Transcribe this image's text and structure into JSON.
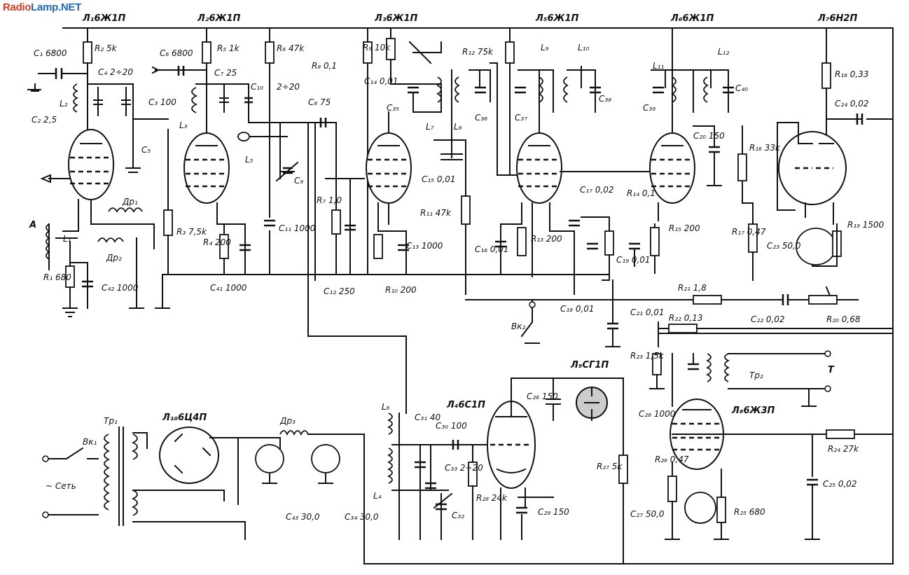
{
  "watermark": {
    "part1": "Radio",
    "part2": "Lamp.NET"
  },
  "tubes": [
    {
      "id": "L1",
      "label": "Л₁6Ж1П"
    },
    {
      "id": "L2",
      "label": "Л₂6Ж1П"
    },
    {
      "id": "L3",
      "label": "Л₃6Ж1П"
    },
    {
      "id": "L5",
      "label": "Л₅6Ж1П"
    },
    {
      "id": "L6",
      "label": "Л₆6Ж1П"
    },
    {
      "id": "L7",
      "label": "Л₇6Н2П"
    },
    {
      "id": "L4",
      "label": "Л₄6С1П"
    },
    {
      "id": "L9",
      "label": "Л₉СГ1П"
    },
    {
      "id": "L8",
      "label": "Л₈6Ж3П"
    },
    {
      "id": "L10",
      "label": "Л₁₀6Ц4П"
    }
  ],
  "labels": {
    "C1": "C₁ 6800",
    "R2": "R₂ 5k",
    "C4": "C₄ 2÷20",
    "C3": "C₃ 100",
    "L2": "L₂",
    "C2": "C₂ 2,5",
    "C5": "C₅",
    "A": "A",
    "L1": "L₁",
    "Dr1": "Др₁",
    "Dr2": "Др₂",
    "R1": "R₁ 680",
    "C42": "C₄₂ 1000",
    "C6": "C₆ 6800",
    "R5": "R₅ 1k",
    "C7": "C₇ 25",
    "C10": "C₁₀",
    "L3": "L₃",
    "R3": "R₃ 7,5k",
    "R4": "R₄ 200",
    "C41": "C₄₁ 1000",
    "R6": "R₆ 47k",
    "Cvar": "2÷20",
    "R8": "R₈ 0,1",
    "L5": "L₅",
    "C8": "C₈ 75",
    "Cv": "C₉",
    "C11": "C₁₁ 1000",
    "R7": "R₇ 1,0",
    "C12": "C₁₂ 250",
    "R9": "R₉ 10k",
    "C14": "C₁₄ 0,01",
    "R12": "R₁₂ 75k",
    "C35": "C₃₅",
    "L7": "L₇",
    "L8": "L₈",
    "C36": "C₃₆",
    "C15": "C₁₅ 0,01",
    "R11": "R₁₁ 47k",
    "C13": "C₁₃ 1000",
    "R10": "R₁₀ 200",
    "L9": "L₉",
    "L10": "L₁₀",
    "C37": "C₃₇",
    "C38": "C₃₈",
    "C17": "C₁₇ 0,02",
    "R14": "R₁₄ 0,1",
    "C16": "C₁₆ 0,01",
    "R13": "R₁₃ 200",
    "C18": "C₁₈ 0,01",
    "C19": "C₁₉ 0,01",
    "C21": "C₂₁ 0,01",
    "L11": "L₁₁",
    "L12": "L₁₂",
    "C39": "C₃₉",
    "C40": "C₄₀",
    "C20": "C₂₀ 150",
    "R15": "R₁₅ 200",
    "R16": "R₁₆ 33k",
    "R17": "R₁₇ 0,47",
    "C23": "C₂₃ 50,0",
    "R18": "R₁₈ 0,33",
    "C24": "C₂₄ 0,02",
    "R19": "R₁₉ 1500",
    "R21": "R₂₁ 1,8",
    "C22": "C₂₂ 0,02",
    "R20": "R₂₀ 0,68",
    "R22": "R₂₂ 0,13",
    "R23": "R₂₃ 1,5k",
    "Bk2": "Вк₂",
    "Tp2": "Тр₂",
    "T": "Т",
    "C28": "C₂₈ 1000",
    "R24": "R₂₄ 27k",
    "C25": "C₂₅ 0,02",
    "R26": "R₂₆ 0,47",
    "C27": "C₂₇ 50,0",
    "R25": "R₂₅ 680",
    "L6": "L₆",
    "C31": "C₃₁ 40",
    "C30": "C₃₀ 100",
    "C33": "C₃₃ 2÷20",
    "L4": "L₄",
    "C32": "C₃₂",
    "R28": "R₂₈ 24k",
    "C29": "C₂₉ 150",
    "C26": "C₂₆ 150",
    "R27": "R₂₇ 5k",
    "Tp1": "Тр₁",
    "Bk1": "Вк₁",
    "mains": "~ Сеть",
    "Dr3": "Др₃",
    "C43": "C₄₃ 30,0",
    "C34": "C₃₄ 30,0"
  }
}
